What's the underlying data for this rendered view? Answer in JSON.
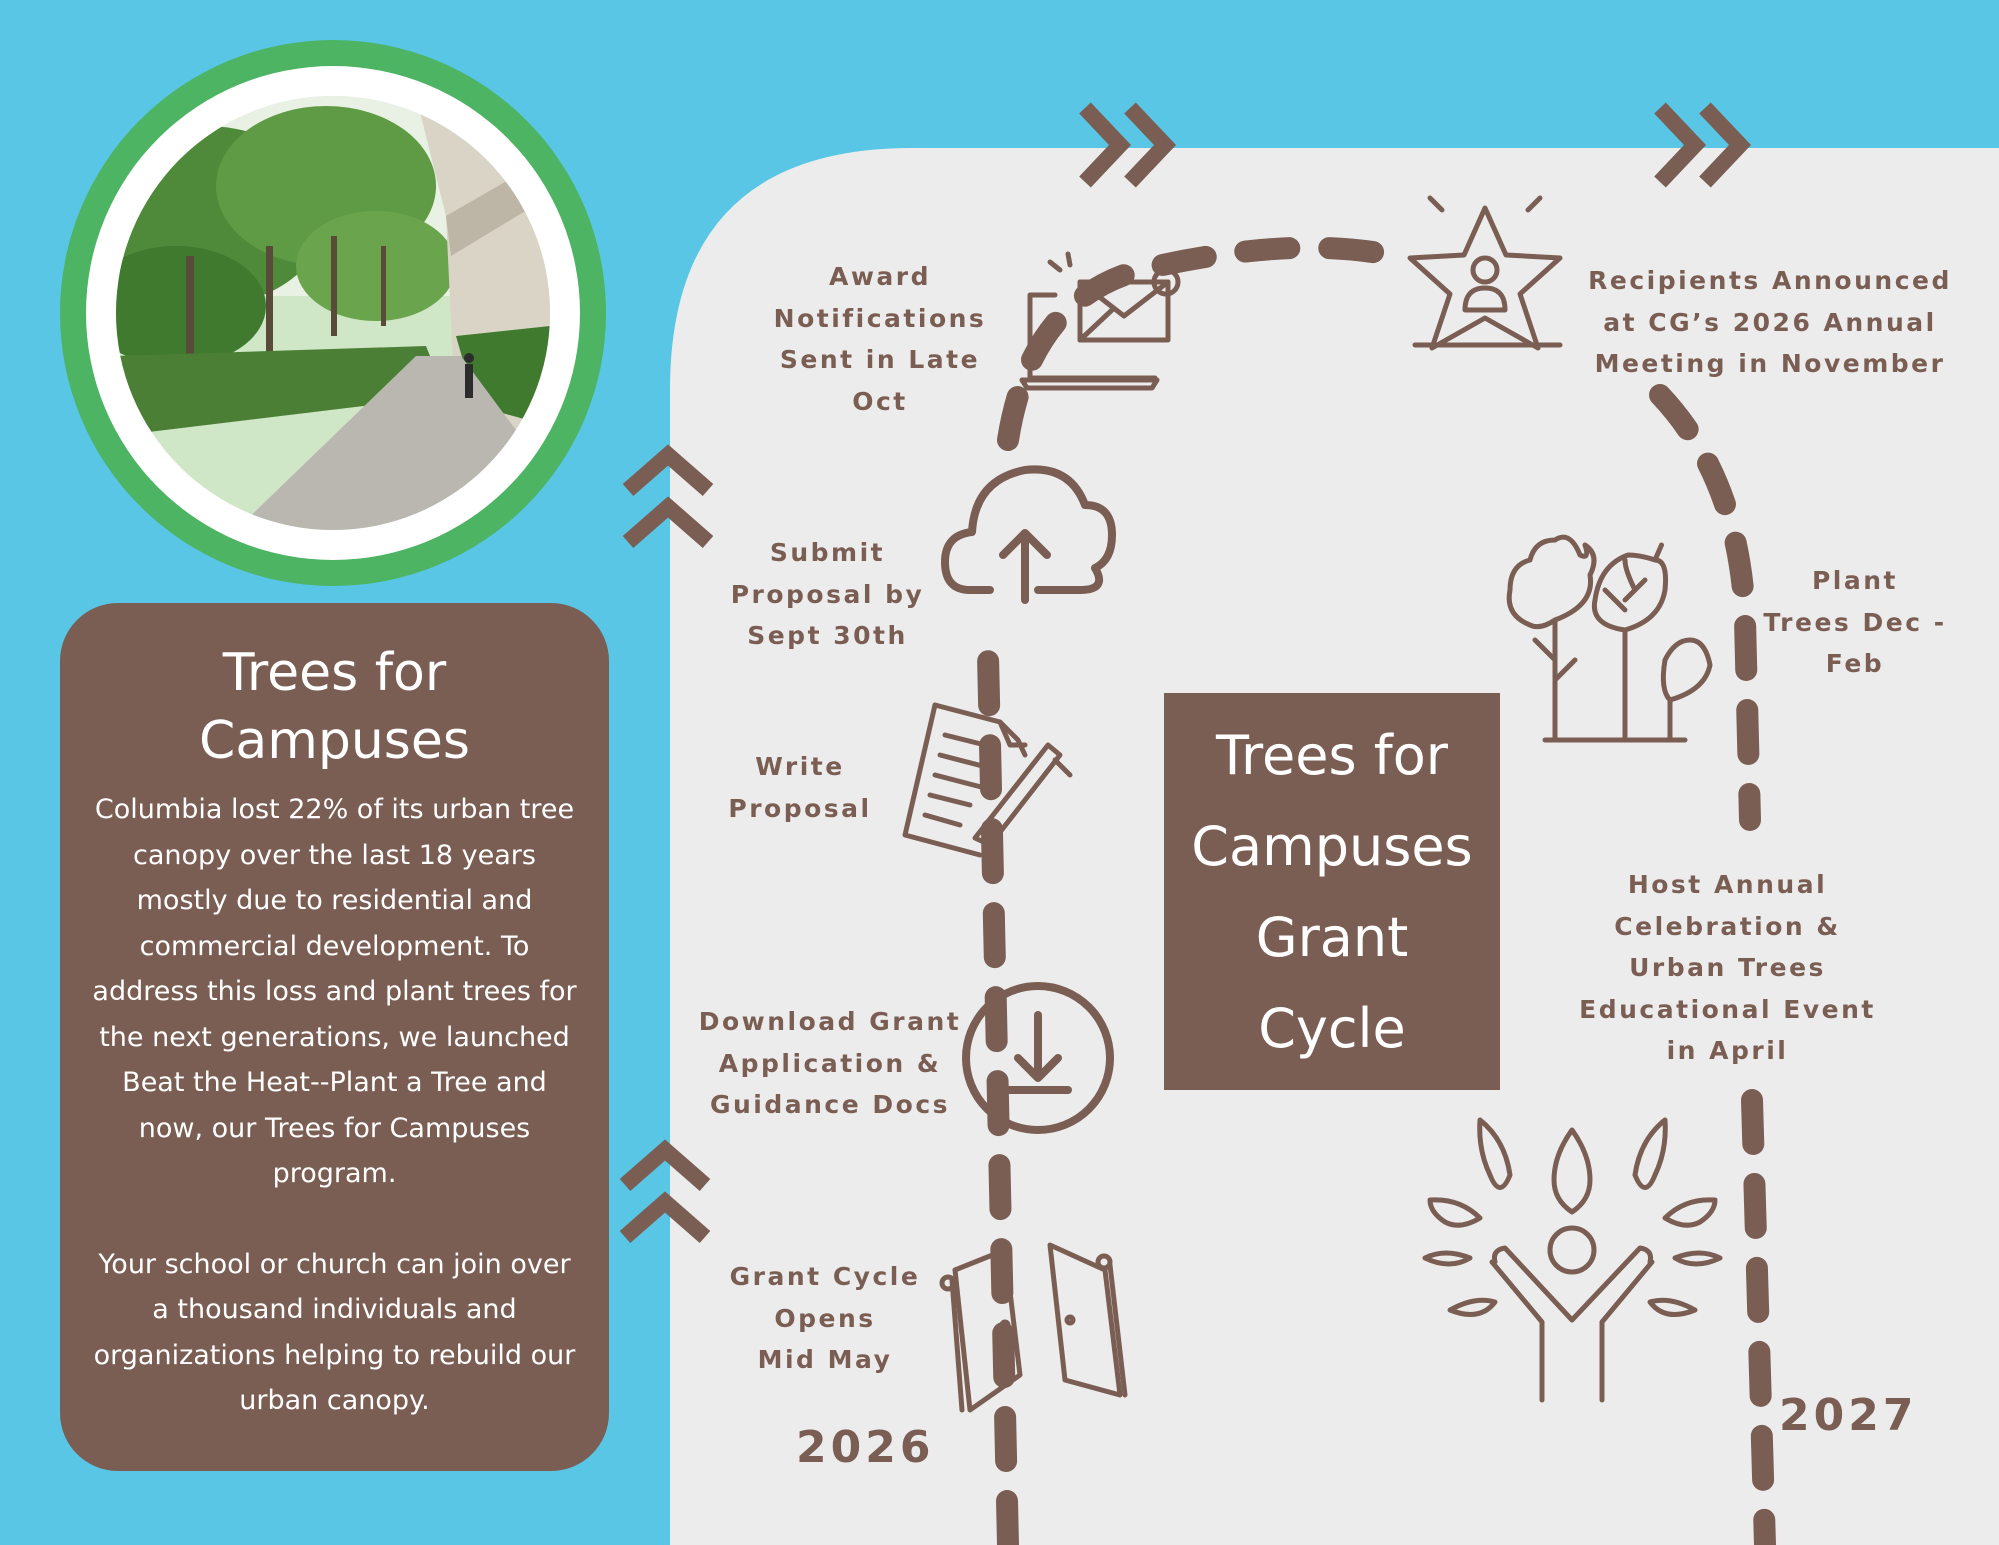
{
  "info": {
    "title_line1": "Trees for",
    "title_line2": "Campuses",
    "paragraph1": "Columbia lost 22% of its urban tree canopy over the last 18 years mostly due to residential and commercial development. To address this loss and plant trees for the next generations, we launched Beat the Heat--Plant a Tree and now, our Trees for Campuses program.",
    "paragraph2": "Your school or church can join over a thousand individuals and organizations helping to rebuild our urban canopy."
  },
  "center_title": {
    "line1": "Trees for",
    "line2": "Campuses",
    "line3": "Grant",
    "line4": "Cycle"
  },
  "steps": {
    "award": "Award\nNotifications\nSent in Late\nOct",
    "recipients": "Recipients Announced\nat CG’s 2026 Annual\nMeeting in November",
    "submit": "Submit\nProposal by\nSept 30th",
    "plant": "Plant\nTrees Dec -\nFeb",
    "write": "Write\nProposal",
    "download": "Download Grant\nApplication &\nGuidance Docs",
    "celebrate": "Host Annual\nCelebration &\nUrban Trees\nEducational Event\nin April",
    "opens": "Grant Cycle\nOpens\nMid May"
  },
  "years": {
    "start": "2026",
    "end": "2027"
  },
  "icons": [
    "laptop-envelope-icon",
    "star-person-icon",
    "cloud-upload-icon",
    "trees-icon",
    "document-pen-icon",
    "download-circle-icon",
    "tree-person-icon",
    "open-gate-icon",
    "chevron-right-icon",
    "chevron-up-icon"
  ],
  "colors": {
    "sky": "#58c6e4",
    "panel": "#ececec",
    "brown": "#7b5e53",
    "green": "#4cb463"
  }
}
